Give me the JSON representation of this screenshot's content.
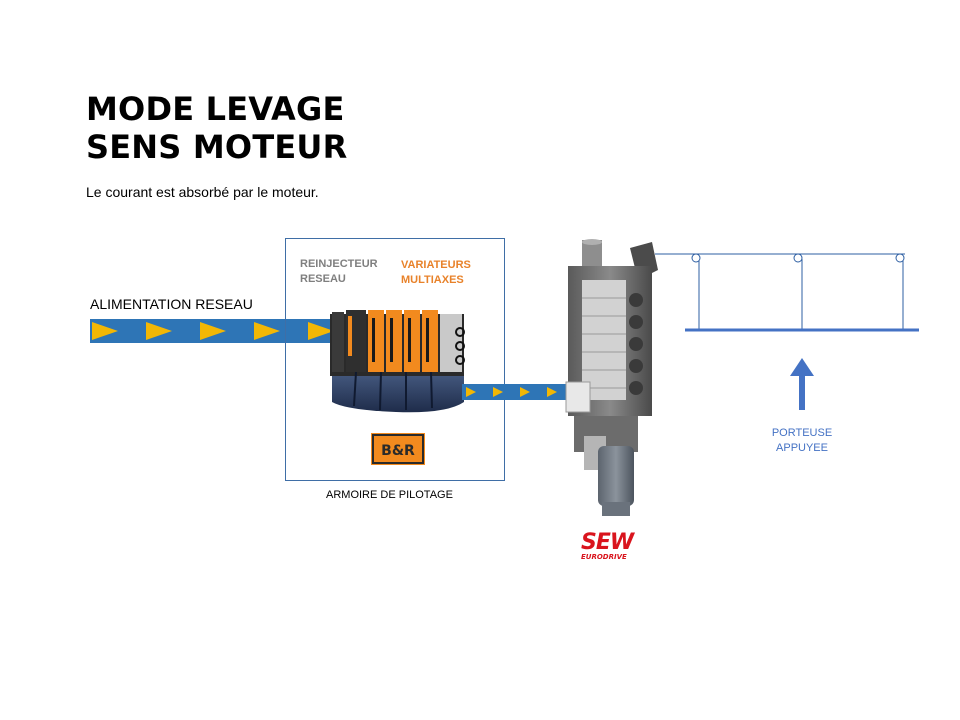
{
  "title": {
    "line1": "MODE LEVAGE",
    "line2": "SENS MOTEUR"
  },
  "subtitle": "Le courant est absorbé par le moteur.",
  "labels": {
    "supply": "ALIMENTATION RESEAU",
    "reinjecteur_line1": "REINJECTEUR",
    "reinjecteur_line2": "RESEAU",
    "variateurs_line1": "VARIATEURS",
    "variateurs_line2": "MULTIAXES",
    "cabinet": "ARMOIRE  DE PILOTAGE",
    "porteuse_line1": "PORTEUSE",
    "porteuse_line2": "APPUYEE"
  },
  "logos": {
    "br": "B&R",
    "sew_main": "SEW",
    "sew_sub": "EURODRIVE"
  },
  "colors": {
    "flow_band": "#2e75b6",
    "flow_arrow": "#f2b705",
    "cabinet_border": "#3f6ea6",
    "drive_orange": "#f28a1e",
    "reinj_text": "#7f7f7f",
    "variateurs_text": "#e8822a",
    "porteuse_blue": "#4472c4",
    "sew_red": "#d9141d"
  },
  "icons": [
    "flow-arrow-icon",
    "br-logo-icon",
    "sew-logo-icon",
    "up-arrow-icon"
  ]
}
